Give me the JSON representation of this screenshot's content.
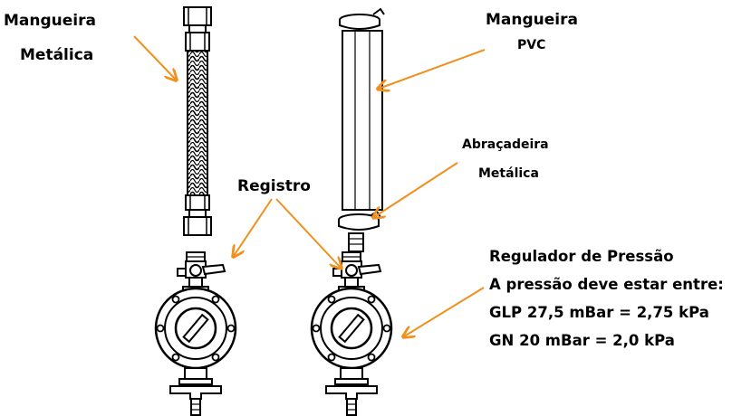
{
  "labels": {
    "hose_metal_line1": "Mangueira",
    "hose_metal_line2": "Metálica",
    "hose_pvc_line1": "Mangueira",
    "hose_pvc_line2": "PVC",
    "clamp_line1": "Abraçadeira",
    "clamp_line2": "Metálica",
    "valve": "Registro",
    "regulator_title": "Regulador de Pressão",
    "pressure_intro": "A pressão deve estar entre:",
    "pressure_glp": "GLP 27,5 mBar = 2,75 kPa",
    "pressure_gn": "GN 20 mBar = 2,0 kPa"
  },
  "colors": {
    "arrow": "#F0901E",
    "line": "#000000"
  },
  "icons": [
    "braided-metal-hose-icon",
    "pvc-hose-icon",
    "metal-clamp-icon",
    "valve-icon",
    "pressure-regulator-icon"
  ]
}
